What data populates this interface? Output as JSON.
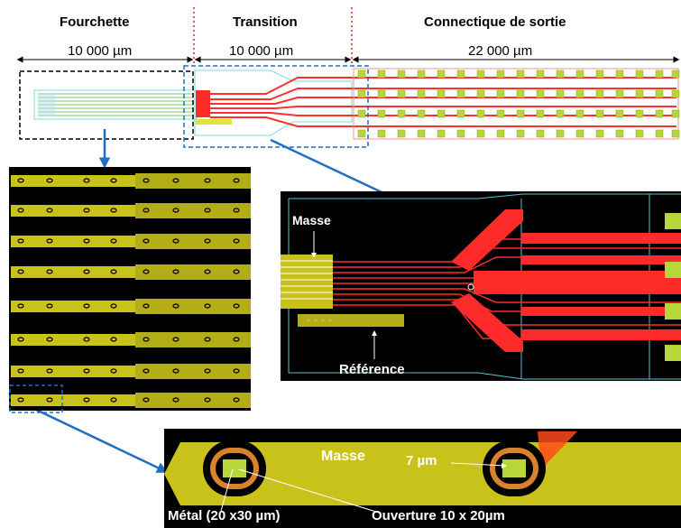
{
  "headers": {
    "fourchette": "Fourchette",
    "transition": "Transition",
    "connectique": "Connectique de sortie"
  },
  "dimensions": {
    "fourchette": "10 000 µm",
    "transition": "10 000 µm",
    "connectique": "22 000 µm"
  },
  "zoom_transition": {
    "masse": "Masse",
    "reference": "Référence"
  },
  "zoom_tip": {
    "masse": "Masse",
    "size_7um": "7 µm",
    "metal": "Métal (20 x30 µm)",
    "ouverture": "Ouverture 10 x 20µm"
  },
  "colors": {
    "trace_yellow": "#c8c21a",
    "trace_red": "#ff2a2a",
    "pad_green": "#b7d63a",
    "outline_cyan": "#5fd3d8",
    "arrow_blue": "#1f6fc4",
    "black": "#000000",
    "orange_ring": "#d9822b"
  }
}
